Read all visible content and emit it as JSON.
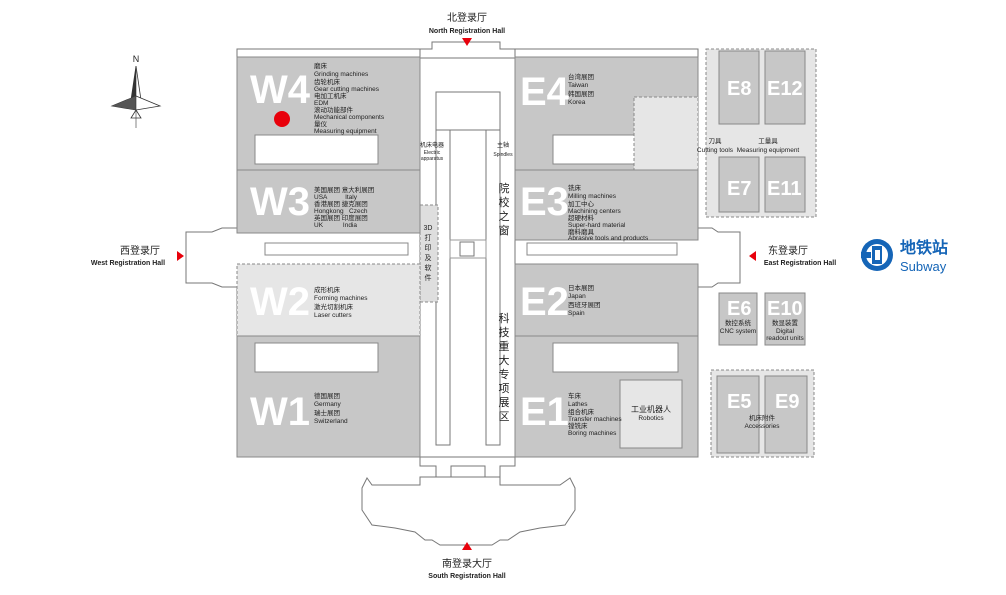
{
  "entrances": {
    "north": {
      "zh": "北登录厅",
      "en": "North Registration Hall"
    },
    "south": {
      "zh": "南登录大厅",
      "en": "South Registration Hall"
    },
    "west": {
      "zh": "西登录厅",
      "en": "West Registration Hall"
    },
    "east": {
      "zh": "东登录厅",
      "en": "East Registration Hall"
    }
  },
  "compass": {
    "letter": "N"
  },
  "halls": {
    "W4": {
      "name": "W4",
      "lines": [
        "磨床",
        "Grinding machines",
        "齿轮机床",
        "Gear cutting machines",
        "电加工机床",
        "EDM",
        "滚动功能部件",
        "Mechanical components",
        "量仪",
        "Measuring equipment"
      ]
    },
    "W3": {
      "name": "W3",
      "lines": [
        "美国展团  意大利展团",
        "USA          Italy",
        "香港展团  捷克展团",
        "Hongkong   Czech",
        "英国展团  印度展团",
        "UK           India"
      ]
    },
    "W2": {
      "name": "W2",
      "lines": [
        "成形机床",
        "Forming machines",
        "激光切割机床",
        "Laser cutters"
      ]
    },
    "W1": {
      "name": "W1",
      "lines": [
        "德国展团",
        "Germany",
        "瑞士展团",
        "Switzerland"
      ]
    },
    "E4": {
      "name": "E4",
      "lines": [
        "台湾展团",
        "Taiwan",
        "韩国展团",
        "Korea"
      ]
    },
    "E3": {
      "name": "E3",
      "lines": [
        "铣床",
        "Milling machines",
        "加工中心",
        "Machining centers",
        "超硬材料",
        "Super-hard material",
        "磨料磨具",
        "Abrasive tools and products"
      ]
    },
    "E2": {
      "name": "E2",
      "lines": [
        "日本展团",
        "Japan",
        "西班牙展团",
        "Spain"
      ]
    },
    "E1": {
      "name": "E1",
      "lines": [
        "车床",
        "Lathes",
        "组合机床",
        "Transfer machines",
        "镗铣床",
        "Boring machines"
      ]
    },
    "E1_robotics": {
      "zh": "工业机器人",
      "en": "Robotics"
    },
    "E8": {
      "name": "E8"
    },
    "E12": {
      "name": "E12"
    },
    "E7": {
      "name": "E7"
    },
    "E11": {
      "name": "E11"
    },
    "E6": {
      "name": "E6",
      "zh": "数控系统",
      "en": "CNC system"
    },
    "E10": {
      "name": "E10",
      "zh": "数显装置",
      "en_lines": [
        "Digital",
        "readout units"
      ]
    },
    "E5": {
      "name": "E5"
    },
    "E9": {
      "name": "E9"
    },
    "E5E9": {
      "zh": "机床附件",
      "en": "Accessories"
    },
    "E7E8_tools": {
      "left_zh": "刀具",
      "left_en": "Cutting tools",
      "right_zh": "工量具",
      "right_en": "Measuring equipment"
    }
  },
  "corridor": {
    "west_small": {
      "zh": "机床电器",
      "en_lines": [
        "Electric",
        "apparatus"
      ]
    },
    "east_small": {
      "zh": "主轴",
      "en": "Spindles"
    },
    "print3d": {
      "zh_lines": [
        "3D",
        "打",
        "印",
        "及",
        "软",
        "件"
      ]
    },
    "north_text": [
      "院",
      "校",
      "之",
      "窗"
    ],
    "south_text": [
      "科",
      "技",
      "重",
      "大",
      "专",
      "项",
      "展",
      "区"
    ]
  },
  "subway": {
    "zh": "地铁站",
    "en": "Subway"
  },
  "marker": {
    "color": "#e8000b",
    "hall": "W4"
  },
  "colors": {
    "hall": "#c7c7c7",
    "hall_light": "#e6e6e6",
    "arrow": "#e8000b",
    "subway": "#1565b7"
  }
}
